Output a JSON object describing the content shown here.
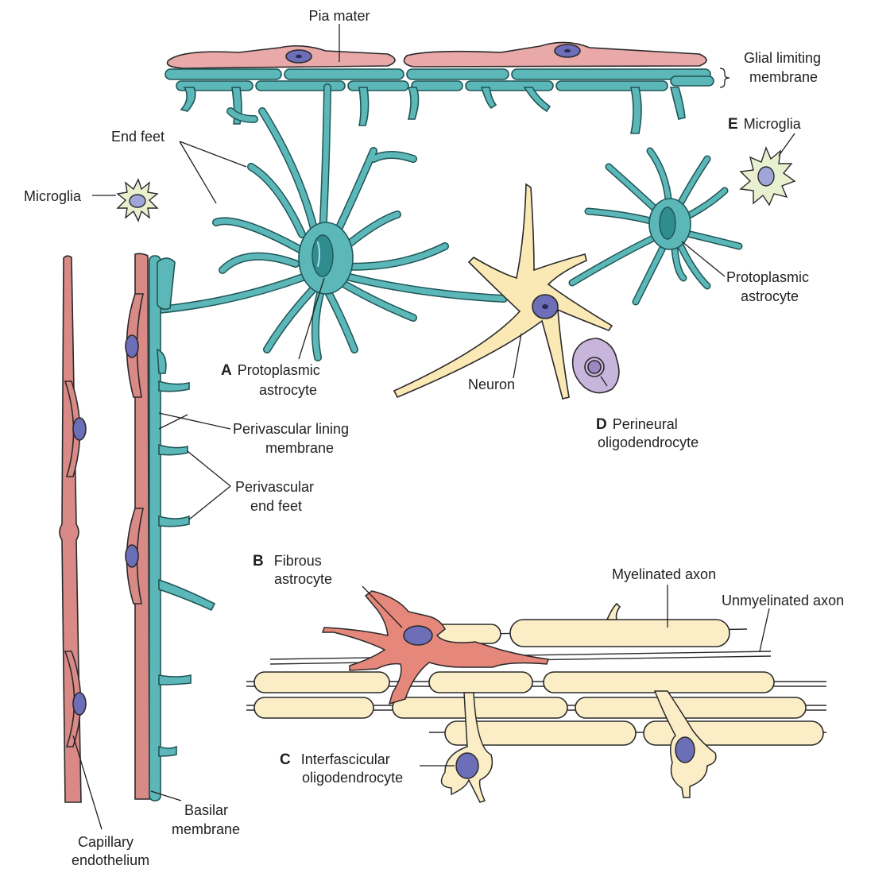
{
  "colors": {
    "astrocyte": "#5cb7b8",
    "astrocyte_outline": "#1f5556",
    "astro_nucleus": "#2f8c8f",
    "pia": "#e8a9a8",
    "capillary": "#d98a87",
    "nucleus": "#6c6eb8",
    "neuron": "#fbe9b5",
    "oligodendrocyte_perineural": "#c8b5dc",
    "microglia": "#e9f0d0",
    "axon": "#fbeec7",
    "fibrous_astrocyte": "#e5877a",
    "outline": "#2a2a2a"
  },
  "labels": {
    "pia_mater": "Pia mater",
    "glial_limiting_1": "Glial limiting",
    "glial_limiting_2": "membrane",
    "end_feet": "End feet",
    "microglia_left": "Microglia",
    "microglia_right": "Microglia",
    "e_letter": "E",
    "a_letter": "A",
    "protoplasmic_a_1": "Protoplasmic",
    "protoplasmic_a_2": "astrocyte",
    "protoplasmic_e_1": "Protoplasmic",
    "protoplasmic_e_2": "astrocyte",
    "neuron": "Neuron",
    "d_letter": "D",
    "perineural_1": "Perineural",
    "perineural_2": "oligodendrocyte",
    "perivascular_lining_1": "Perivascular lining",
    "perivascular_lining_2": "membrane",
    "perivascular_end_feet_1": "Perivascular",
    "perivascular_end_feet_2": "end feet",
    "b_letter": "B",
    "fibrous_1": "Fibrous",
    "fibrous_2": "astrocyte",
    "myelinated_axon": "Myelinated axon",
    "unmyelinated_axon": "Unmyelinated axon",
    "c_letter": "C",
    "interfascicular_1": "Interfascicular",
    "interfascicular_2": "oligodendrocyte",
    "capillary_1": "Capillary",
    "capillary_2": "endothelium",
    "basilar_1": "Basilar",
    "basilar_2": "membrane"
  }
}
